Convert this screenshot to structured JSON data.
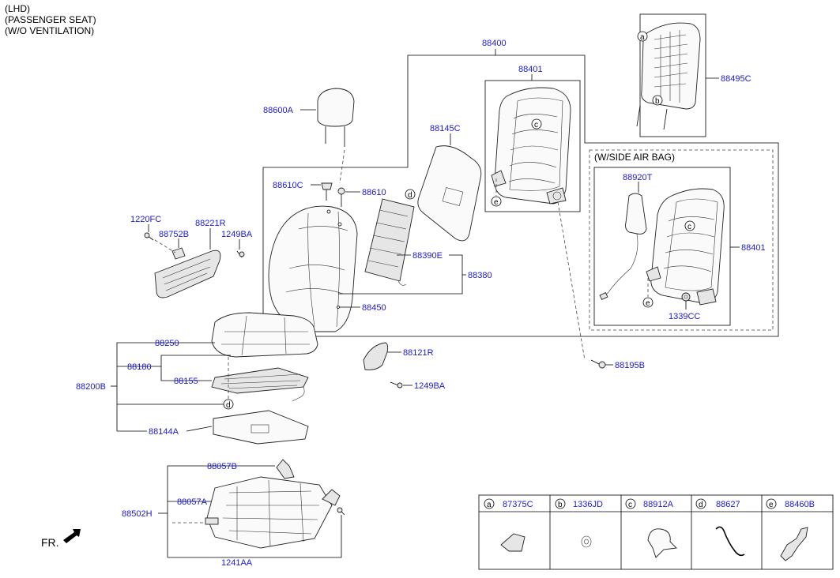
{
  "header": {
    "line1": "(LHD)",
    "line2": "(PASSENGER SEAT)",
    "line3": "(W/O VENTILATION)"
  },
  "fr_label": "FR.",
  "airbag_box_title": "(W/SIDE AIR BAG)",
  "callouts": {
    "a": "a",
    "b": "b",
    "c": "c",
    "d": "d",
    "e": "e"
  },
  "parts": {
    "p88400": "88400",
    "p88401_top": "88401",
    "p88495C": "88495C",
    "p88600A": "88600A",
    "p88145C": "88145C",
    "p88610C": "88610C",
    "p88610": "88610",
    "p88390E": "88390E",
    "p88380": "88380",
    "p88450": "88450",
    "p1220FC": "1220FC",
    "p88221R": "88221R",
    "p88752B": "88752B",
    "p1249BA_left": "1249BA",
    "p88920T": "88920T",
    "p88401_right": "88401",
    "p1339CC": "1339CC",
    "p88195B": "88195B",
    "p88250": "88250",
    "p88180": "88180",
    "p88155": "88155",
    "p88200B": "88200B",
    "p88144A": "88144A",
    "p88121R": "88121R",
    "p1249BA_mid": "1249BA",
    "p88057B": "88057B",
    "p88057A": "88057A",
    "p88502H": "88502H",
    "p1241AA": "1241AA"
  },
  "legend": [
    {
      "letter": "a",
      "part": "87375C"
    },
    {
      "letter": "b",
      "part": "1336JD"
    },
    {
      "letter": "c",
      "part": "88912A"
    },
    {
      "letter": "d",
      "part": "88627"
    },
    {
      "letter": "e",
      "part": "88460B"
    }
  ]
}
